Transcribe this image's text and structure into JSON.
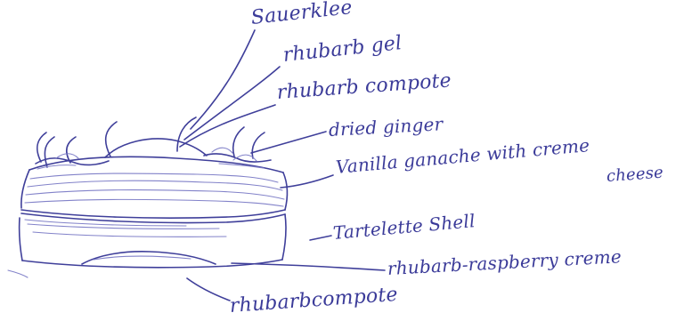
{
  "labels": {
    "sauerklee": "Sauerklee",
    "rhubarb_gel": "rhubarb gel",
    "rhubarb_compote_top": "rhubarb compote",
    "dried_ginger": "dried ginger",
    "vanilla_ganache_line1": "Vanilla ganache with creme",
    "vanilla_ganache_line2": "cheese",
    "tartelette_shell": "Tartelette Shell",
    "rhubarb_raspberry_creme": "rhubarb-raspberry creme",
    "rhubarb_compote_bottom": "rhubarbcompote"
  },
  "colors": {
    "ink": "#3f3f9a",
    "ink_light": "#7b7bc6",
    "background": "#ffffff"
  }
}
